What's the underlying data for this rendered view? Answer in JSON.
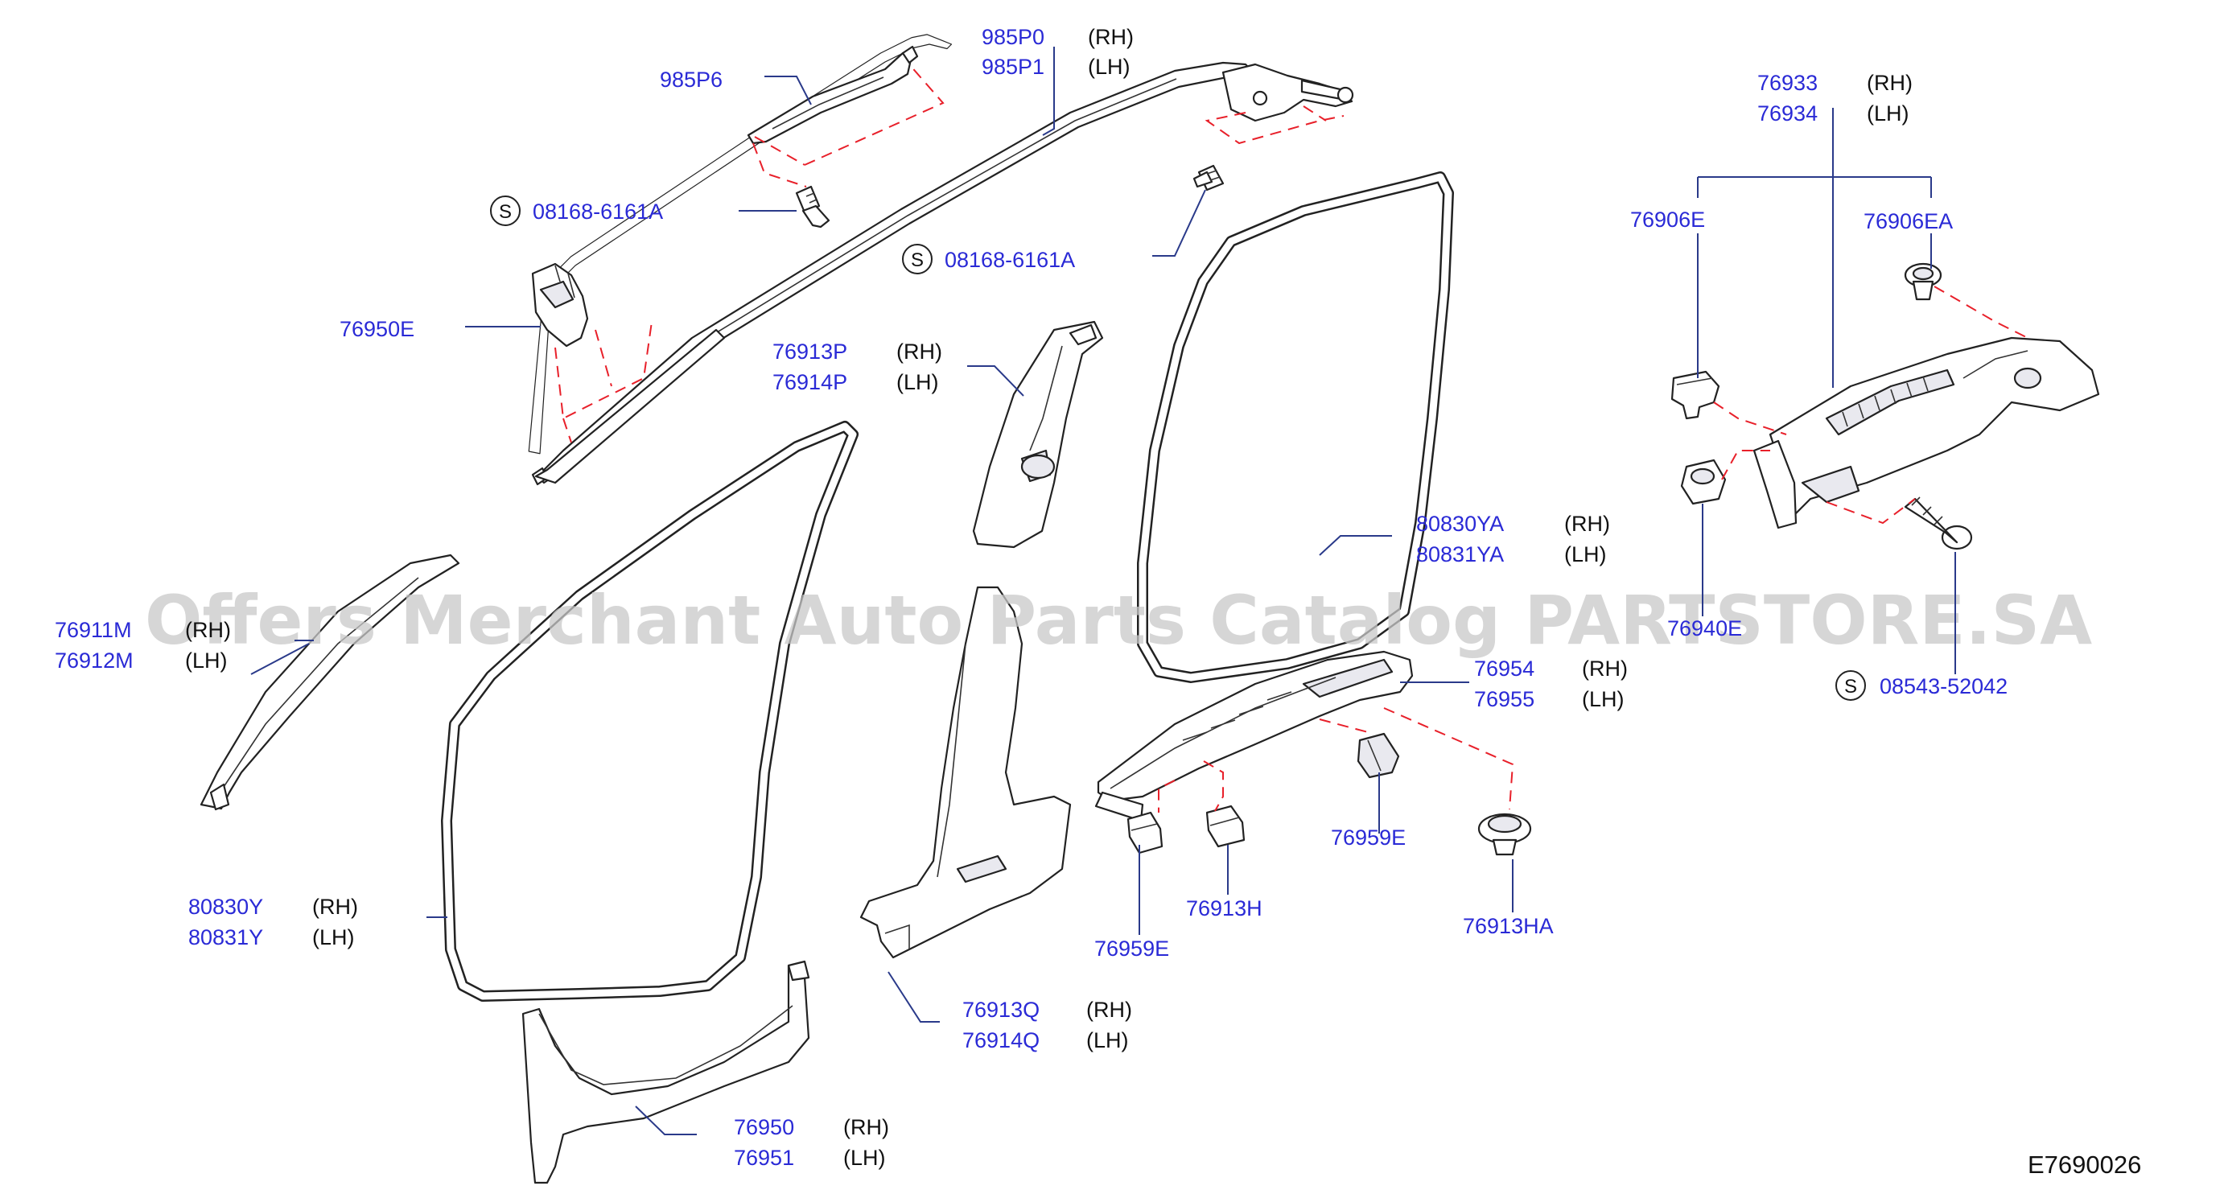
{
  "diagram": {
    "code": "E7690026",
    "watermark": "Offers Merchant Auto Parts Catalog PARTSTORE.SA",
    "screw_marker": "S",
    "labels": {
      "p985p0": "985P0",
      "p985p1": "985P1",
      "p985p6": "985P6",
      "s08168a": "08168-6161A",
      "s08168b": "08168-6161A",
      "p76950e": "76950E",
      "p76913p": "76913P",
      "p76914p": "76914P",
      "p76911m": "76911M",
      "p76912m": "76912M",
      "p80830y": "80830Y",
      "p80831y": "80831Y",
      "p76950": "76950",
      "p76951": "76951",
      "p76913q": "76913Q",
      "p76914q": "76914Q",
      "p76959e_a": "76959E",
      "p76913h": "76913H",
      "p76959e_b": "76959E",
      "p76913ha": "76913HA",
      "p76954": "76954",
      "p76955": "76955",
      "p80830ya": "80830YA",
      "p80831ya": "80831YA",
      "p76933": "76933",
      "p76934": "76934",
      "p76906e": "76906E",
      "p76906ea": "76906EA",
      "p76940e": "76940E",
      "s08543": "08543-52042"
    },
    "sides": {
      "rh": "(RH)",
      "lh": "(LH)"
    }
  }
}
